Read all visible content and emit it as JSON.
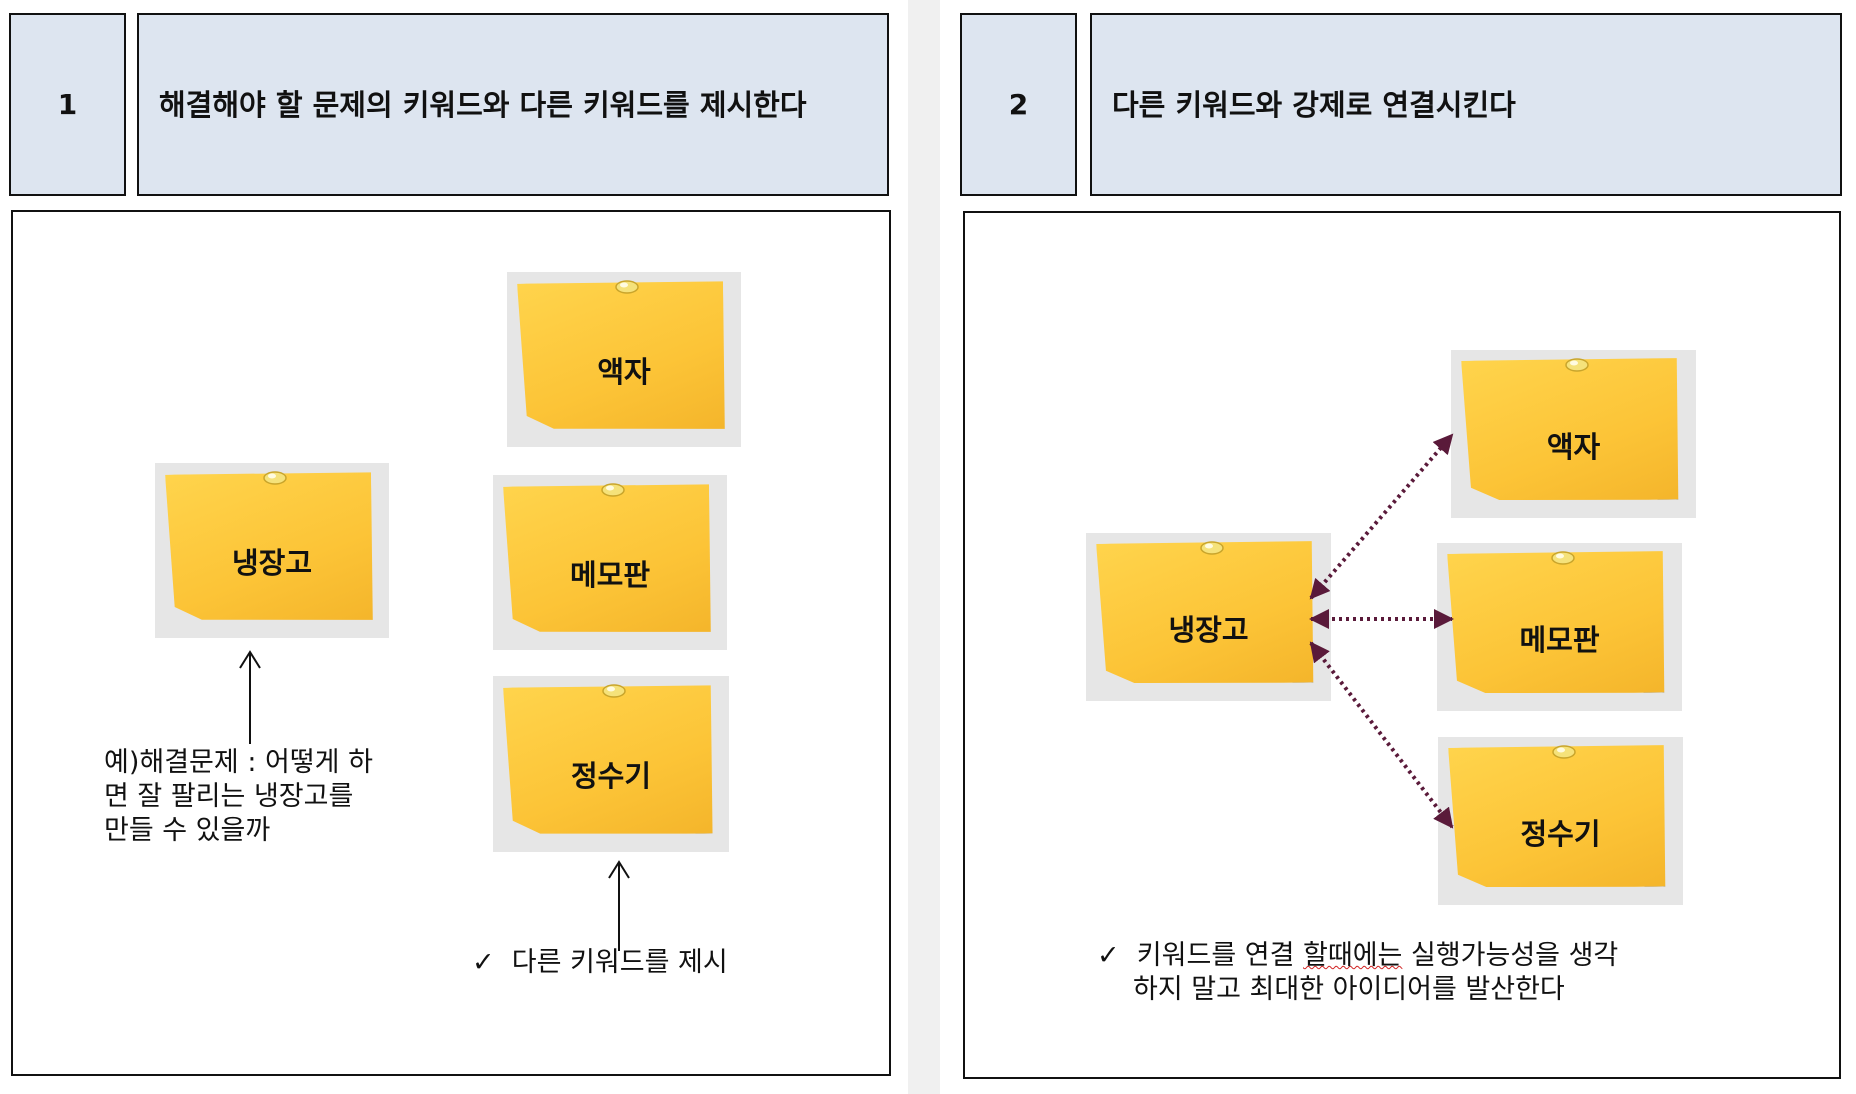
{
  "steps": [
    {
      "number": "1",
      "title": "해결해야 할 문제의 키워드와 다른 키워드를 제시한다",
      "notes": [
        "냉장고",
        "액자",
        "메모판",
        "정수기"
      ],
      "example_caption": "예)해결문제 : 어떻게 하면 잘 팔리는 냉장고를 만들 수 있을까",
      "example_lines": [
        "예)해결문제 : 어떻게 하",
        "면 잘 팔리는 냉장고를",
        "만들 수 있을까"
      ],
      "check_mark": "✓",
      "check_caption": "다른 키워드를 제시"
    },
    {
      "number": "2",
      "title": "다른 키워드와 강제로 연결시킨다",
      "notes": [
        "냉장고",
        "액자",
        "메모판",
        "정수기"
      ],
      "check_mark": "✓",
      "check_lines": [
        "키워드를 연결 ",
        "할때에는",
        " 실행가능성을 생각",
        "하지 말고 최대한 아이디어를 발산한다"
      ]
    }
  ],
  "colors": {
    "header_bg": "#dde5f0",
    "note_yellow": "#fcc437",
    "connector": "#5a1a3a"
  }
}
